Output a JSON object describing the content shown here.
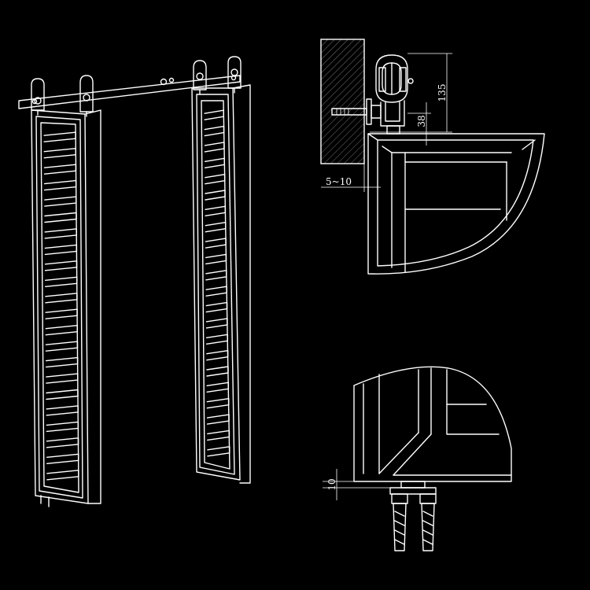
{
  "dimensions": {
    "roller_height": "135",
    "roller_offset": "38",
    "wall_gap": "5~10",
    "floor_gap": "10"
  }
}
